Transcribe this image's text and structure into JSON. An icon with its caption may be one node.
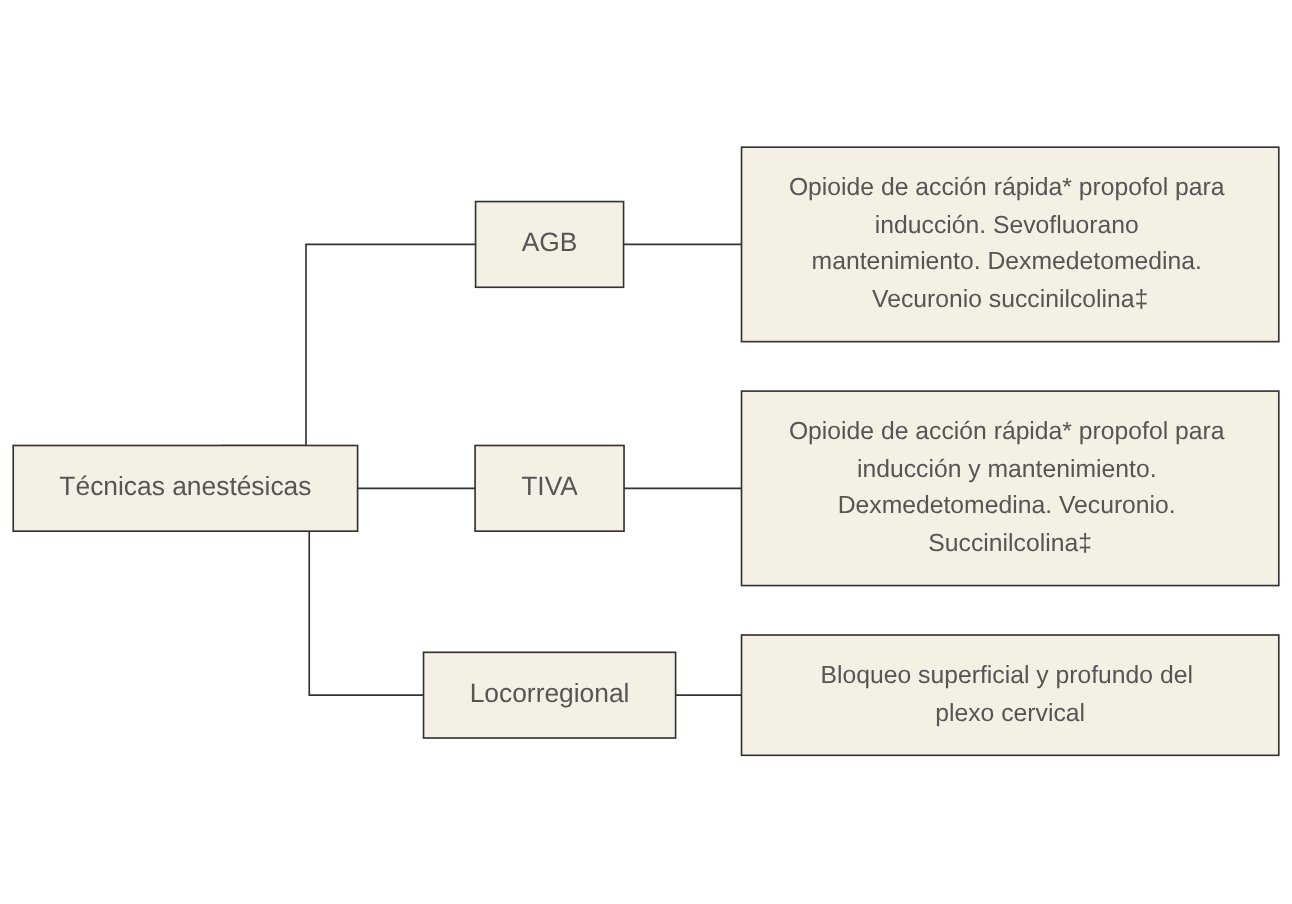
{
  "diagram": {
    "nodes": [
      {
        "text": [
          "Técnicas anestésicas"
        ]
      },
      {
        "text": [
          "AGB"
        ]
      },
      {
        "text": [
          "TIVA"
        ]
      },
      {
        "text": [
          "Locorregional"
        ]
      },
      {
        "text": [
          "Opioide de acción rápida* propofol para inducción. Sevofluorano mantenimiento. Dexmedetomedina. Vecuronio succinilcolina‡"
        ]
      },
      {
        "text": [
          "Opioide de acción rápida* propofol para inducción y mantenimiento. Dexmedetomedina. Vecuronio. Succinilcolina‡"
        ]
      },
      {
        "text": [
          "Bloqueo superficial y profundo del plexo cervical"
        ]
      }
    ],
    "edges": [
      {
        "from": 0,
        "to": 1,
        "arrow": "none"
      },
      {
        "from": 0,
        "to": 2,
        "arrow": "none"
      },
      {
        "from": 0,
        "to": 3,
        "arrow": "none"
      },
      {
        "from": 1,
        "to": 4,
        "arrow": "none"
      },
      {
        "from": 2,
        "to": 5,
        "arrow": "none"
      },
      {
        "from": 3,
        "to": 6,
        "arrow": "none"
      }
    ]
  }
}
